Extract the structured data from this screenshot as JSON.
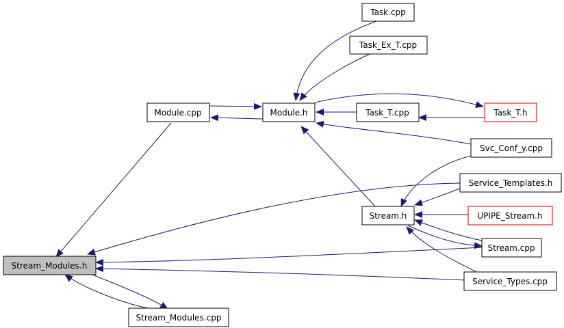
{
  "colors": {
    "edge": "#1a1a6e",
    "node_border": "#000000",
    "node_border_highlight": "#cc0000",
    "node_fill": "#ffffff",
    "node_fill_current": "#bfbfbf"
  },
  "nodes": {
    "task_cpp": {
      "label": "Task.cpp",
      "style": "normal"
    },
    "task_ex_t_cpp": {
      "label": "Task_Ex_T.cpp",
      "style": "normal"
    },
    "module_cpp": {
      "label": "Module.cpp",
      "style": "normal"
    },
    "module_h": {
      "label": "Module.h",
      "style": "normal"
    },
    "task_t_cpp": {
      "label": "Task_T.cpp",
      "style": "normal"
    },
    "task_t_h": {
      "label": "Task_T.h",
      "style": "highlight"
    },
    "svc_conf_y_cpp": {
      "label": "Svc_Conf_y.cpp",
      "style": "normal"
    },
    "service_templates_h": {
      "label": "Service_Templates.h",
      "style": "normal"
    },
    "stream_h": {
      "label": "Stream.h",
      "style": "normal"
    },
    "upipe_stream_h": {
      "label": "UPIPE_Stream.h",
      "style": "highlight"
    },
    "stream_cpp": {
      "label": "Stream.cpp",
      "style": "normal"
    },
    "stream_modules_h": {
      "label": "Stream_Modules.h",
      "style": "current"
    },
    "service_types_cpp": {
      "label": "Service_Types.cpp",
      "style": "normal"
    },
    "stream_modules_cpp": {
      "label": "Stream_Modules.cpp",
      "style": "normal"
    }
  },
  "edges": [
    {
      "from": "task_cpp",
      "to": "module_h"
    },
    {
      "from": "task_ex_t_cpp",
      "to": "module_h"
    },
    {
      "from": "module_cpp",
      "to": "module_h"
    },
    {
      "from": "module_h",
      "to": "module_cpp"
    },
    {
      "from": "task_t_cpp",
      "to": "module_h"
    },
    {
      "from": "module_h",
      "to": "task_t_h"
    },
    {
      "from": "task_t_h",
      "to": "task_t_cpp"
    },
    {
      "from": "svc_conf_y_cpp",
      "to": "module_h"
    },
    {
      "from": "stream_h",
      "to": "module_h"
    },
    {
      "from": "svc_conf_y_cpp",
      "to": "stream_h"
    },
    {
      "from": "service_templates_h",
      "to": "stream_h"
    },
    {
      "from": "upipe_stream_h",
      "to": "stream_h"
    },
    {
      "from": "stream_cpp",
      "to": "stream_h"
    },
    {
      "from": "stream_h",
      "to": "stream_cpp"
    },
    {
      "from": "service_types_cpp",
      "to": "stream_h"
    },
    {
      "from": "module_cpp",
      "to": "stream_modules_h"
    },
    {
      "from": "service_templates_h",
      "to": "stream_modules_h"
    },
    {
      "from": "stream_cpp",
      "to": "stream_modules_h"
    },
    {
      "from": "service_types_cpp",
      "to": "stream_modules_h"
    },
    {
      "from": "stream_modules_h",
      "to": "stream_modules_cpp"
    },
    {
      "from": "stream_modules_cpp",
      "to": "stream_modules_h"
    }
  ]
}
